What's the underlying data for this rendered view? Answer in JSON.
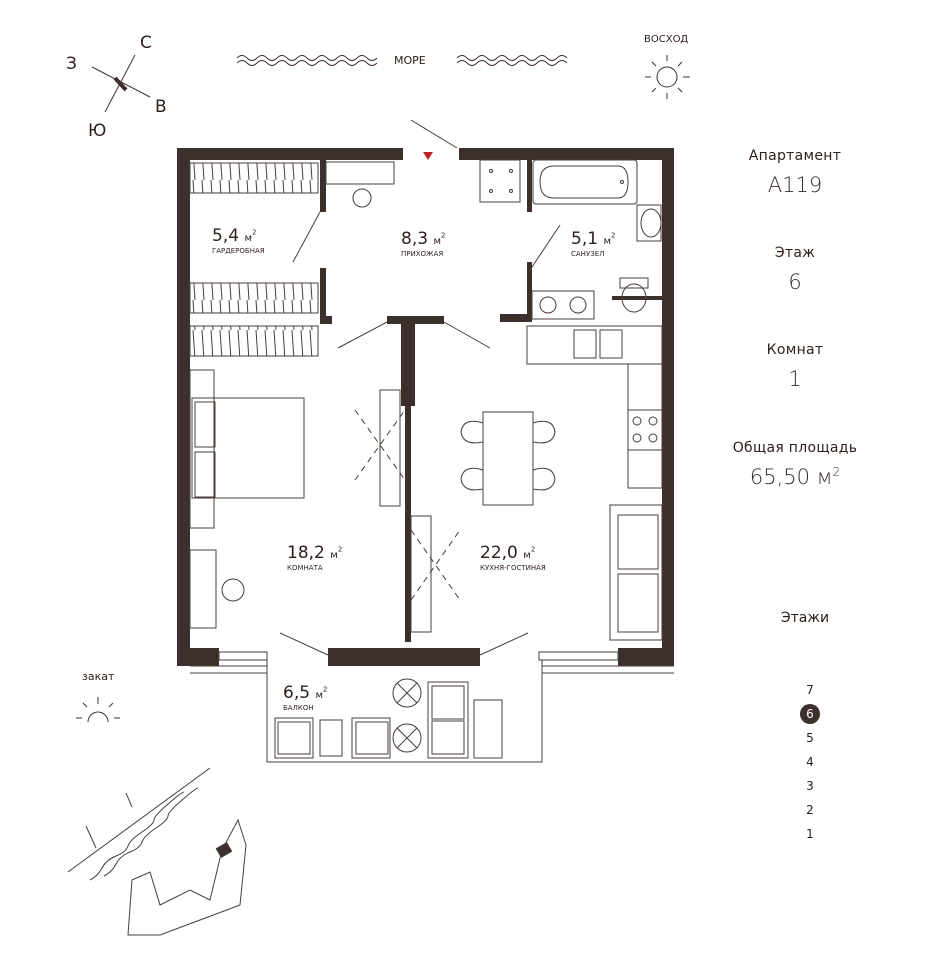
{
  "compass": {
    "n": "С",
    "s": "Ю",
    "w": "З",
    "e": "В"
  },
  "sea": "МОРЕ",
  "sunrise": "ВОСХОД",
  "sunset": "закат",
  "rooms": {
    "wardrobe": {
      "area": "5,4",
      "unit": "м",
      "sup": "2",
      "name": "ГАРДЕРОБНАЯ"
    },
    "hall": {
      "area": "8,3",
      "unit": "м",
      "sup": "2",
      "name": "ПРИХОЖАЯ"
    },
    "bath": {
      "area": "5,1",
      "unit": "м",
      "sup": "2",
      "name": "САНУЗЕЛ"
    },
    "bedroom": {
      "area": "18,2",
      "unit": "м",
      "sup": "2",
      "name": "КОМНАТА"
    },
    "living": {
      "area": "22,0",
      "unit": "м",
      "sup": "2",
      "name": "КУХНЯ-ГОСТИНАЯ"
    },
    "balcony": {
      "area": "6,5",
      "unit": "м",
      "sup": "2",
      "name": "БАЛКОН"
    }
  },
  "info": {
    "apartment_label": "Апартамент",
    "apartment_value": "А119",
    "floor_label": "Этаж",
    "floor_value": "6",
    "rooms_label": "Комнат",
    "rooms_value": "1",
    "area_label": "Общая площадь",
    "area_value": "65,50 м",
    "area_sup": "2"
  },
  "floors": {
    "title": "Этажи",
    "items": [
      "7",
      "6",
      "5",
      "4",
      "3",
      "2",
      "1"
    ],
    "current": "6"
  },
  "colors": {
    "wall": "#3d2f2b",
    "line": "#4a3c38",
    "accent": "#c0202a"
  }
}
